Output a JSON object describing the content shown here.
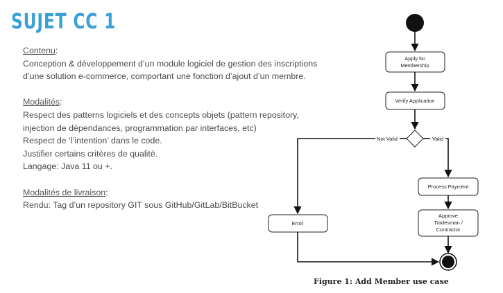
{
  "title": "SUJET CC 1",
  "contenu": {
    "heading": "Contenu",
    "suffix": ":",
    "lines": [
      "Conception & développement d’un module logiciel de gestion des inscriptions",
      "d’une solution e-commerce, comportant une fonction d’ajout d’un membre."
    ]
  },
  "modalites": {
    "heading": "Modalités",
    "suffix": ":",
    "lines": [
      "Respect des patterns logiciels et des concepts objets (pattern repository,",
      "injection de dépendances, programmation par interfaces, etc)",
      "Respect de ‘l’intention’ dans le code.",
      "Justifier certains critères de qualité.",
      "Langage: Java 11 ou +."
    ]
  },
  "livraison": {
    "heading": "Modalités de livraison",
    "suffix": ":",
    "lines": [
      "Rendu: Tag d’un repository GIT sous GitHub/GitLab/BitBucket"
    ]
  },
  "diagram": {
    "apply_line1": "Apply for",
    "apply_line2": "Membership",
    "verify": "Verify Application",
    "not_valid": "Not Valid",
    "valid": "Valid",
    "process_payment": "Process Payment",
    "approve_line1": "Approve",
    "approve_line2": "Tradesman /",
    "approve_line3": "Contractor",
    "error": "Error"
  },
  "caption": "Figure 1: Add Member use case"
}
